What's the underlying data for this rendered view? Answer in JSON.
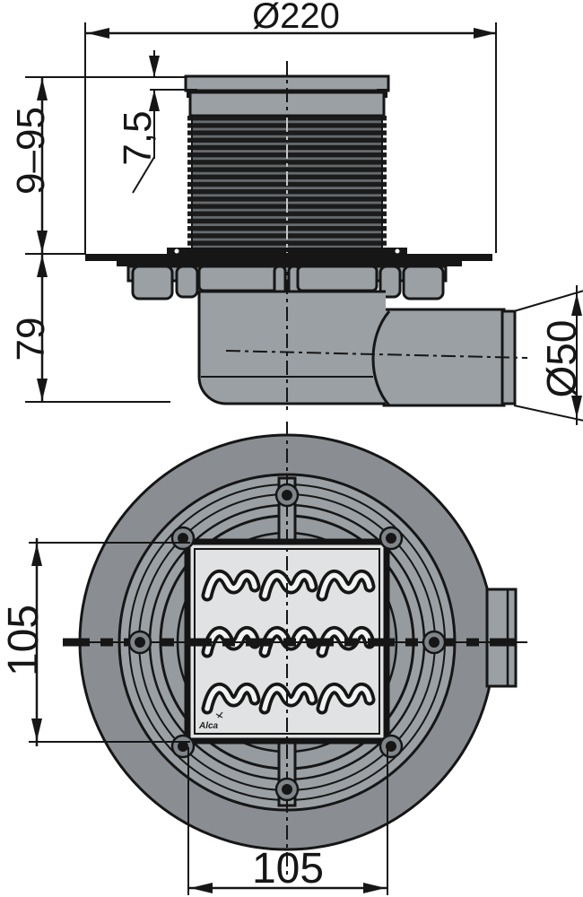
{
  "side_view": {
    "dimensions": {
      "flange_diameter": "Ø220",
      "grate_edge_height": "7,5",
      "riser_height_range": "9–95",
      "body_height": "79",
      "outlet_diameter": "Ø50"
    }
  },
  "plan_view": {
    "dimensions": {
      "grate_length": "105",
      "grate_width": "105"
    },
    "logo": "Alca"
  },
  "colors": {
    "line": "#161616",
    "body_gray": "#9aa0a4",
    "outer_ring_gray": "#8a8e92",
    "inner_ring_gray": "#969ba0",
    "grate_light": "#e0e2e3",
    "corrugation_dark": "#1b1b1b",
    "background": "#ffffff"
  }
}
